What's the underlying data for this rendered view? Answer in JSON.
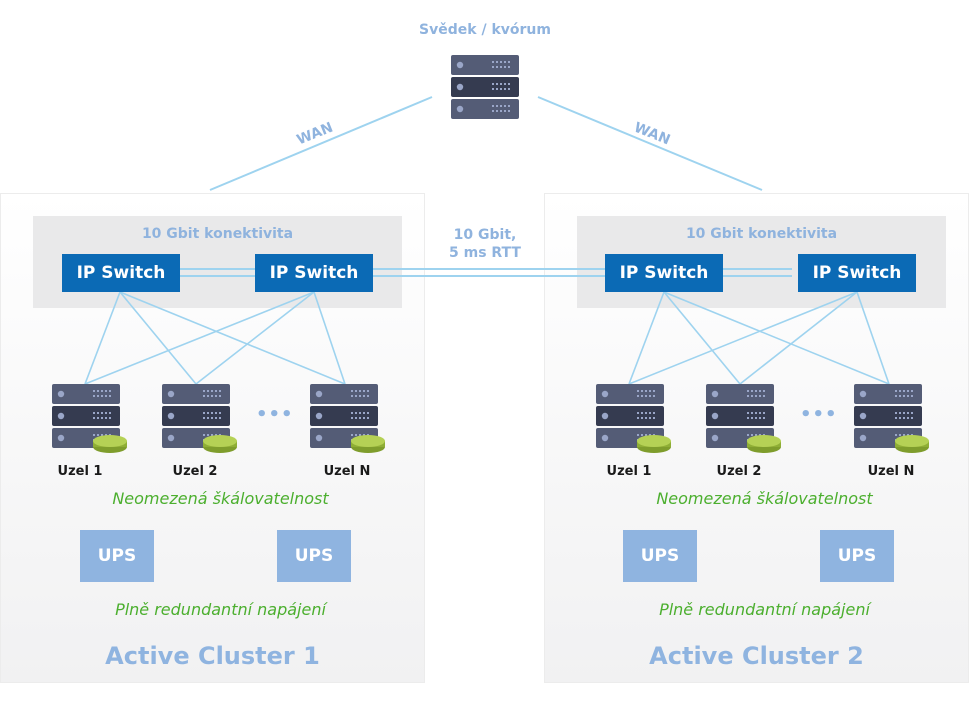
{
  "witness": {
    "label": "Svědek / kvórum"
  },
  "wan": {
    "left_label": "WAN",
    "right_label": "WAN"
  },
  "link": {
    "line1": "10 Gbit,",
    "line2": "5 ms RTT"
  },
  "clusters": [
    {
      "title": "Active Cluster 1",
      "connectivity_label": "10 Gbit konektivita",
      "switches": [
        "IP Switch",
        "IP Switch"
      ],
      "nodes": [
        "Uzel 1",
        "Uzel 2",
        "Uzel N"
      ],
      "ellipsis": "•••",
      "scalability": "Neomezená škálovatelnost",
      "ups": [
        "UPS",
        "UPS"
      ],
      "power": "Plně redundantní napájení"
    },
    {
      "title": "Active Cluster 2",
      "connectivity_label": "10 Gbit konektivita",
      "switches": [
        "IP Switch",
        "IP Switch"
      ],
      "nodes": [
        "Uzel 1",
        "Uzel 2",
        "Uzel N"
      ],
      "ellipsis": "•••",
      "scalability": "Neomezená škálovatelnost",
      "ups": [
        "UPS",
        "UPS"
      ],
      "power": "Plně redundantní napájení"
    }
  ],
  "colors": {
    "switch": "#0b6ab5",
    "line": "#9ed3ef",
    "server_dark": "#3a4158",
    "server_light": "#545c76",
    "disk": "#a8c64a",
    "ups": "#8fb4e0",
    "accent_text": "#8fb3de",
    "green_text": "#4caf2f"
  }
}
